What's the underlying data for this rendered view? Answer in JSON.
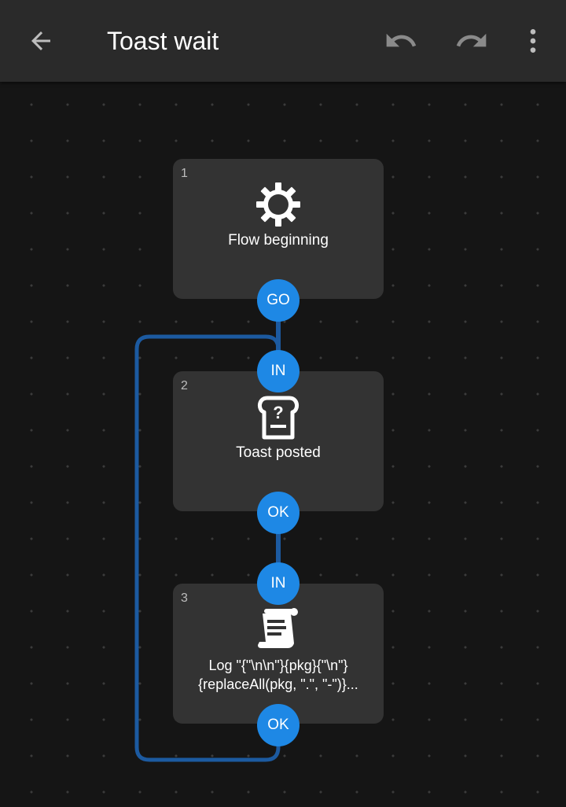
{
  "toolbar": {
    "title": "Toast wait",
    "back_icon": "arrow-left-icon",
    "undo_icon": "undo-icon",
    "redo_icon": "redo-icon",
    "menu_icon": "more-vert-icon"
  },
  "colors": {
    "accent": "#1e88e5",
    "wire": "#1c5aa0",
    "block": "#333333",
    "appbar": "#2a2a2a",
    "background": "#151515"
  },
  "blocks": [
    {
      "number": "1",
      "icon": "gear-icon",
      "label": "Flow beginning",
      "outputs": [
        "GO"
      ]
    },
    {
      "number": "2",
      "icon": "toast-question-icon",
      "label": "Toast posted",
      "inputs": [
        "IN"
      ],
      "outputs": [
        "OK"
      ]
    },
    {
      "number": "3",
      "icon": "log-scroll-icon",
      "label_line1": "Log \"{\"\\n\\n\"}{pkg}{\"\\n\"}",
      "label_line2": "{replaceAll(pkg, \".\", \"-\")}...",
      "inputs": [
        "IN"
      ],
      "outputs": [
        "OK"
      ]
    }
  ]
}
